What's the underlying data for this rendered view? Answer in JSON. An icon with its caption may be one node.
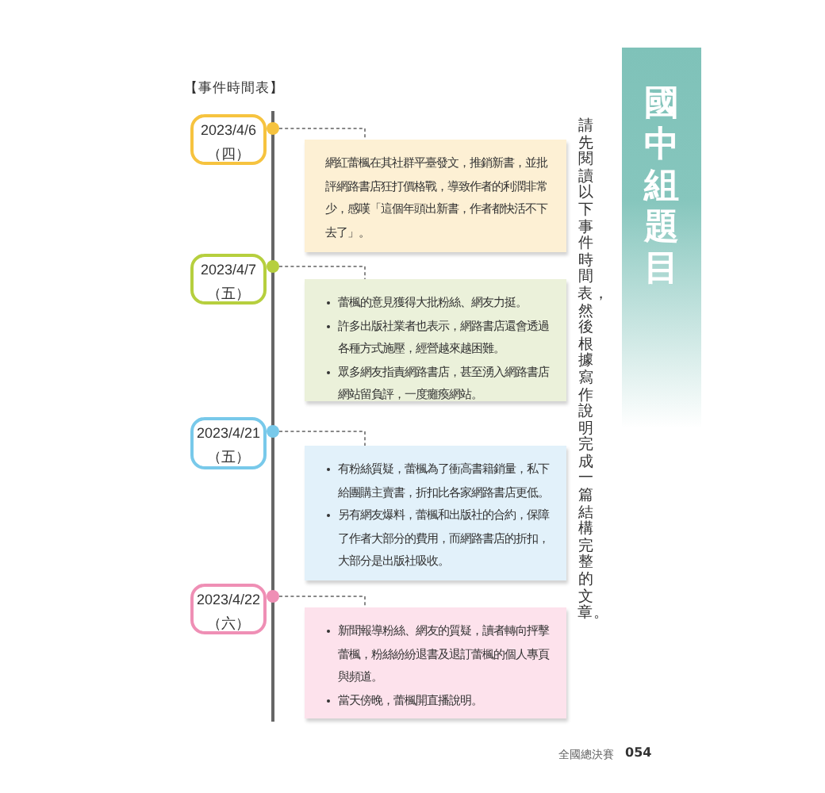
{
  "diagram": {
    "title": "【事件時間表】",
    "nodes": [
      {
        "text": [
          "2023/4/6",
          "（四）"
        ]
      },
      {
        "text": [],
        "shape": "circle"
      },
      {
        "text": [
          "網紅蕾楓在其社群平臺發文，推銷新書，並批評網路書店狂打價格戰，導致作者的利潤非常少，感嘆「這個年頭出新書，作者都快活不下去了」。"
        ]
      },
      {
        "text": [
          "2023/4/7",
          "（五）"
        ]
      },
      {
        "text": [],
        "shape": "circle"
      },
      {
        "text": [
          "蕾楓的意見獲得大批粉絲、網友力挺。",
          "許多出版社業者也表示，網路書店還會透過各種方式施壓，經營越來越困難。",
          "眾多網友指責網路書店，甚至湧入網路書店網站留負評，一度癱瘓網站。"
        ]
      },
      {
        "text": [
          "2023/4/21",
          "（五）"
        ]
      },
      {
        "text": [],
        "shape": "circle"
      },
      {
        "text": [
          "有粉絲質疑，蕾楓為了衝高書籍銷量，私下給團購主賣書，折扣比各家網路書店更低。",
          "另有網友爆料，蕾楓和出版社的合約，保障了作者大部分的費用，而網路書店的折扣，大部分是出版社吸收。"
        ]
      },
      {
        "text": [
          "2023/4/22",
          "（六）"
        ]
      },
      {
        "text": [],
        "shape": "circle"
      },
      {
        "text": [
          "新聞報導粉絲、網友的質疑，讀者轉向抨擊蕾楓，粉絲紛紛退書及退訂蕾楓的個人專頁與頻道。",
          "當天傍晚，蕾楓開直播說明。"
        ]
      },
      {
        "text": [
          "國中組題目"
        ]
      }
    ],
    "edges": [
      {
        "from": 1,
        "to": 2,
        "arrow": "none",
        "style": "dashed"
      },
      {
        "from": 4,
        "to": 5,
        "arrow": "none",
        "style": "dashed"
      },
      {
        "from": 7,
        "to": 8,
        "arrow": "none",
        "style": "dashed"
      },
      {
        "from": 10,
        "to": 11,
        "arrow": "none",
        "style": "dashed"
      }
    ],
    "labels": [
      "請先閱讀以下事件時間表，然後根據寫作說明完成一篇結構完整的文章。",
      "全國總決賽",
      "054"
    ]
  }
}
